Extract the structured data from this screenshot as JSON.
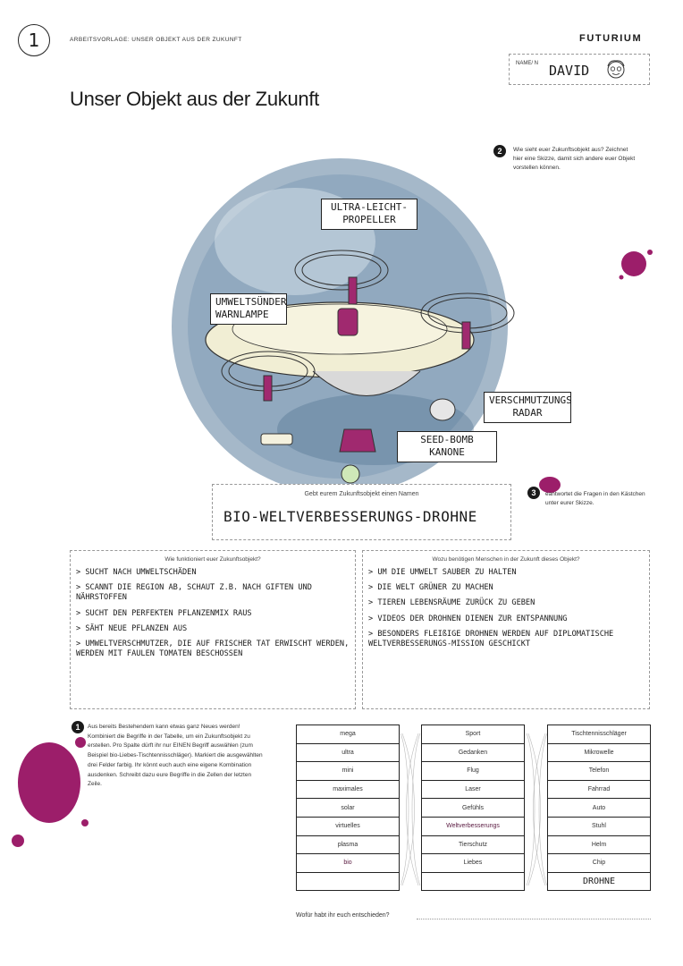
{
  "header": {
    "page_number": "1",
    "worksheet_label": "ARBEITSVORLAGE: UNSER OBJEKT AUS DER ZUKUNFT",
    "brand": "FUTURIUM",
    "name_label": "NAME/ N",
    "name_value": "DAVID"
  },
  "title": "Unser Objekt aus der Zukunft",
  "sketch": {
    "labels": {
      "propeller": "ULTRA-LEICHT-PROPELLER",
      "warning_lamp": "UMWELTSÜNDER WARNLAMPE",
      "radar": "VERSCHMUTZUNGS RADAR",
      "seed_bomb": "SEED-BOMB KANONE"
    }
  },
  "step2": {
    "number": "2",
    "text": "Wie sieht euer Zukunftsobjekt aus? Zeichnet hier eine Skizze, damit sich andere euer Objekt vorstellen können."
  },
  "step3": {
    "number": "3",
    "text": "eantwortet die Fragen in den Kästchen unter eurer Skizze."
  },
  "object_name": {
    "label": "Gebt eurem Zukunftsobjekt einen Namen",
    "value": "BIO-WELTVERBESSERUNGS-DROHNE"
  },
  "how_it_works": {
    "title": "Wie funktioniert euer Zukunftsobjekt?",
    "answers": [
      "> SUCHT NACH UMWELTSCHÄDEN",
      "> SCANNT DIE REGION AB, SCHAUT Z.B. NACH GIFTEN UND NÄHRSTOFFEN",
      "> SUCHT DEN PERFEKTEN PFLANZENMIX RAUS",
      "> SÄHT NEUE PFLANZEN AUS",
      "> UMWELTVERSCHMUTZER, DIE AUF FRISCHER TAT ERWISCHT WERDEN, WERDEN MIT FAULEN TOMATEN BESCHOSSEN"
    ]
  },
  "why_needed": {
    "title": "Wozu benötigen Menschen in der Zukunft dieses Objekt?",
    "answers": [
      "> UM DIE UMWELT SAUBER ZU HALTEN",
      "> DIE WELT GRÜNER ZU MACHEN",
      "> TIEREN LEBENSRÄUME ZURÜCK ZU GEBEN",
      "> VIDEOS DER DROHNEN DIENEN ZUR ENTSPANNUNG",
      "> BESONDERS FLEIßIGE DROHNEN WERDEN AUF DIPLOMATISCHE WELTVERBESSERUNGS-MISSION GESCHICKT"
    ]
  },
  "step1": {
    "number": "1",
    "text": "Aus bereits Bestehendem kann etwas ganz Neues werden! Kombiniert die Begriffe in der Tabelle, um ein Zukunftsobjekt zu erstellen. Pro Spalte dürft ihr nur EINEN Begriff auswählen (zum Beispiel bio-Liebes-Tischtennisschläger). Markiert die ausgewählten drei Felder farbig. Ihr könnt euch auch eine eigene Kombination ausdenken. Schreibt dazu eure Begriffe in die Zellen der letzten Zeile."
  },
  "word_table": {
    "columns": [
      {
        "cells": [
          "mega",
          "ultra",
          "mini",
          "maximales",
          "solar",
          "virtuelles",
          "plasma",
          "bio",
          ""
        ],
        "highlight": 7
      },
      {
        "cells": [
          "Sport",
          "Gedanken",
          "Flug",
          "Laser",
          "Gefühls",
          "Weltverbesserungs",
          "Tierschutz",
          "Liebes",
          ""
        ],
        "highlight": 5
      },
      {
        "cells": [
          "Tischtennisschläger",
          "Mikrowelle",
          "Telefon",
          "Fahrrad",
          "Auto",
          "Stuhl",
          "Helm",
          "Chip",
          "DROHNE"
        ],
        "highlight": 8
      }
    ],
    "highlight_color": "#9c1e6a"
  },
  "decision": {
    "label": "Wofür habt ihr euch entschieden?"
  },
  "colors": {
    "accent_magenta": "#9c1e6a",
    "watercolor_blue": "#5b7d9c"
  }
}
